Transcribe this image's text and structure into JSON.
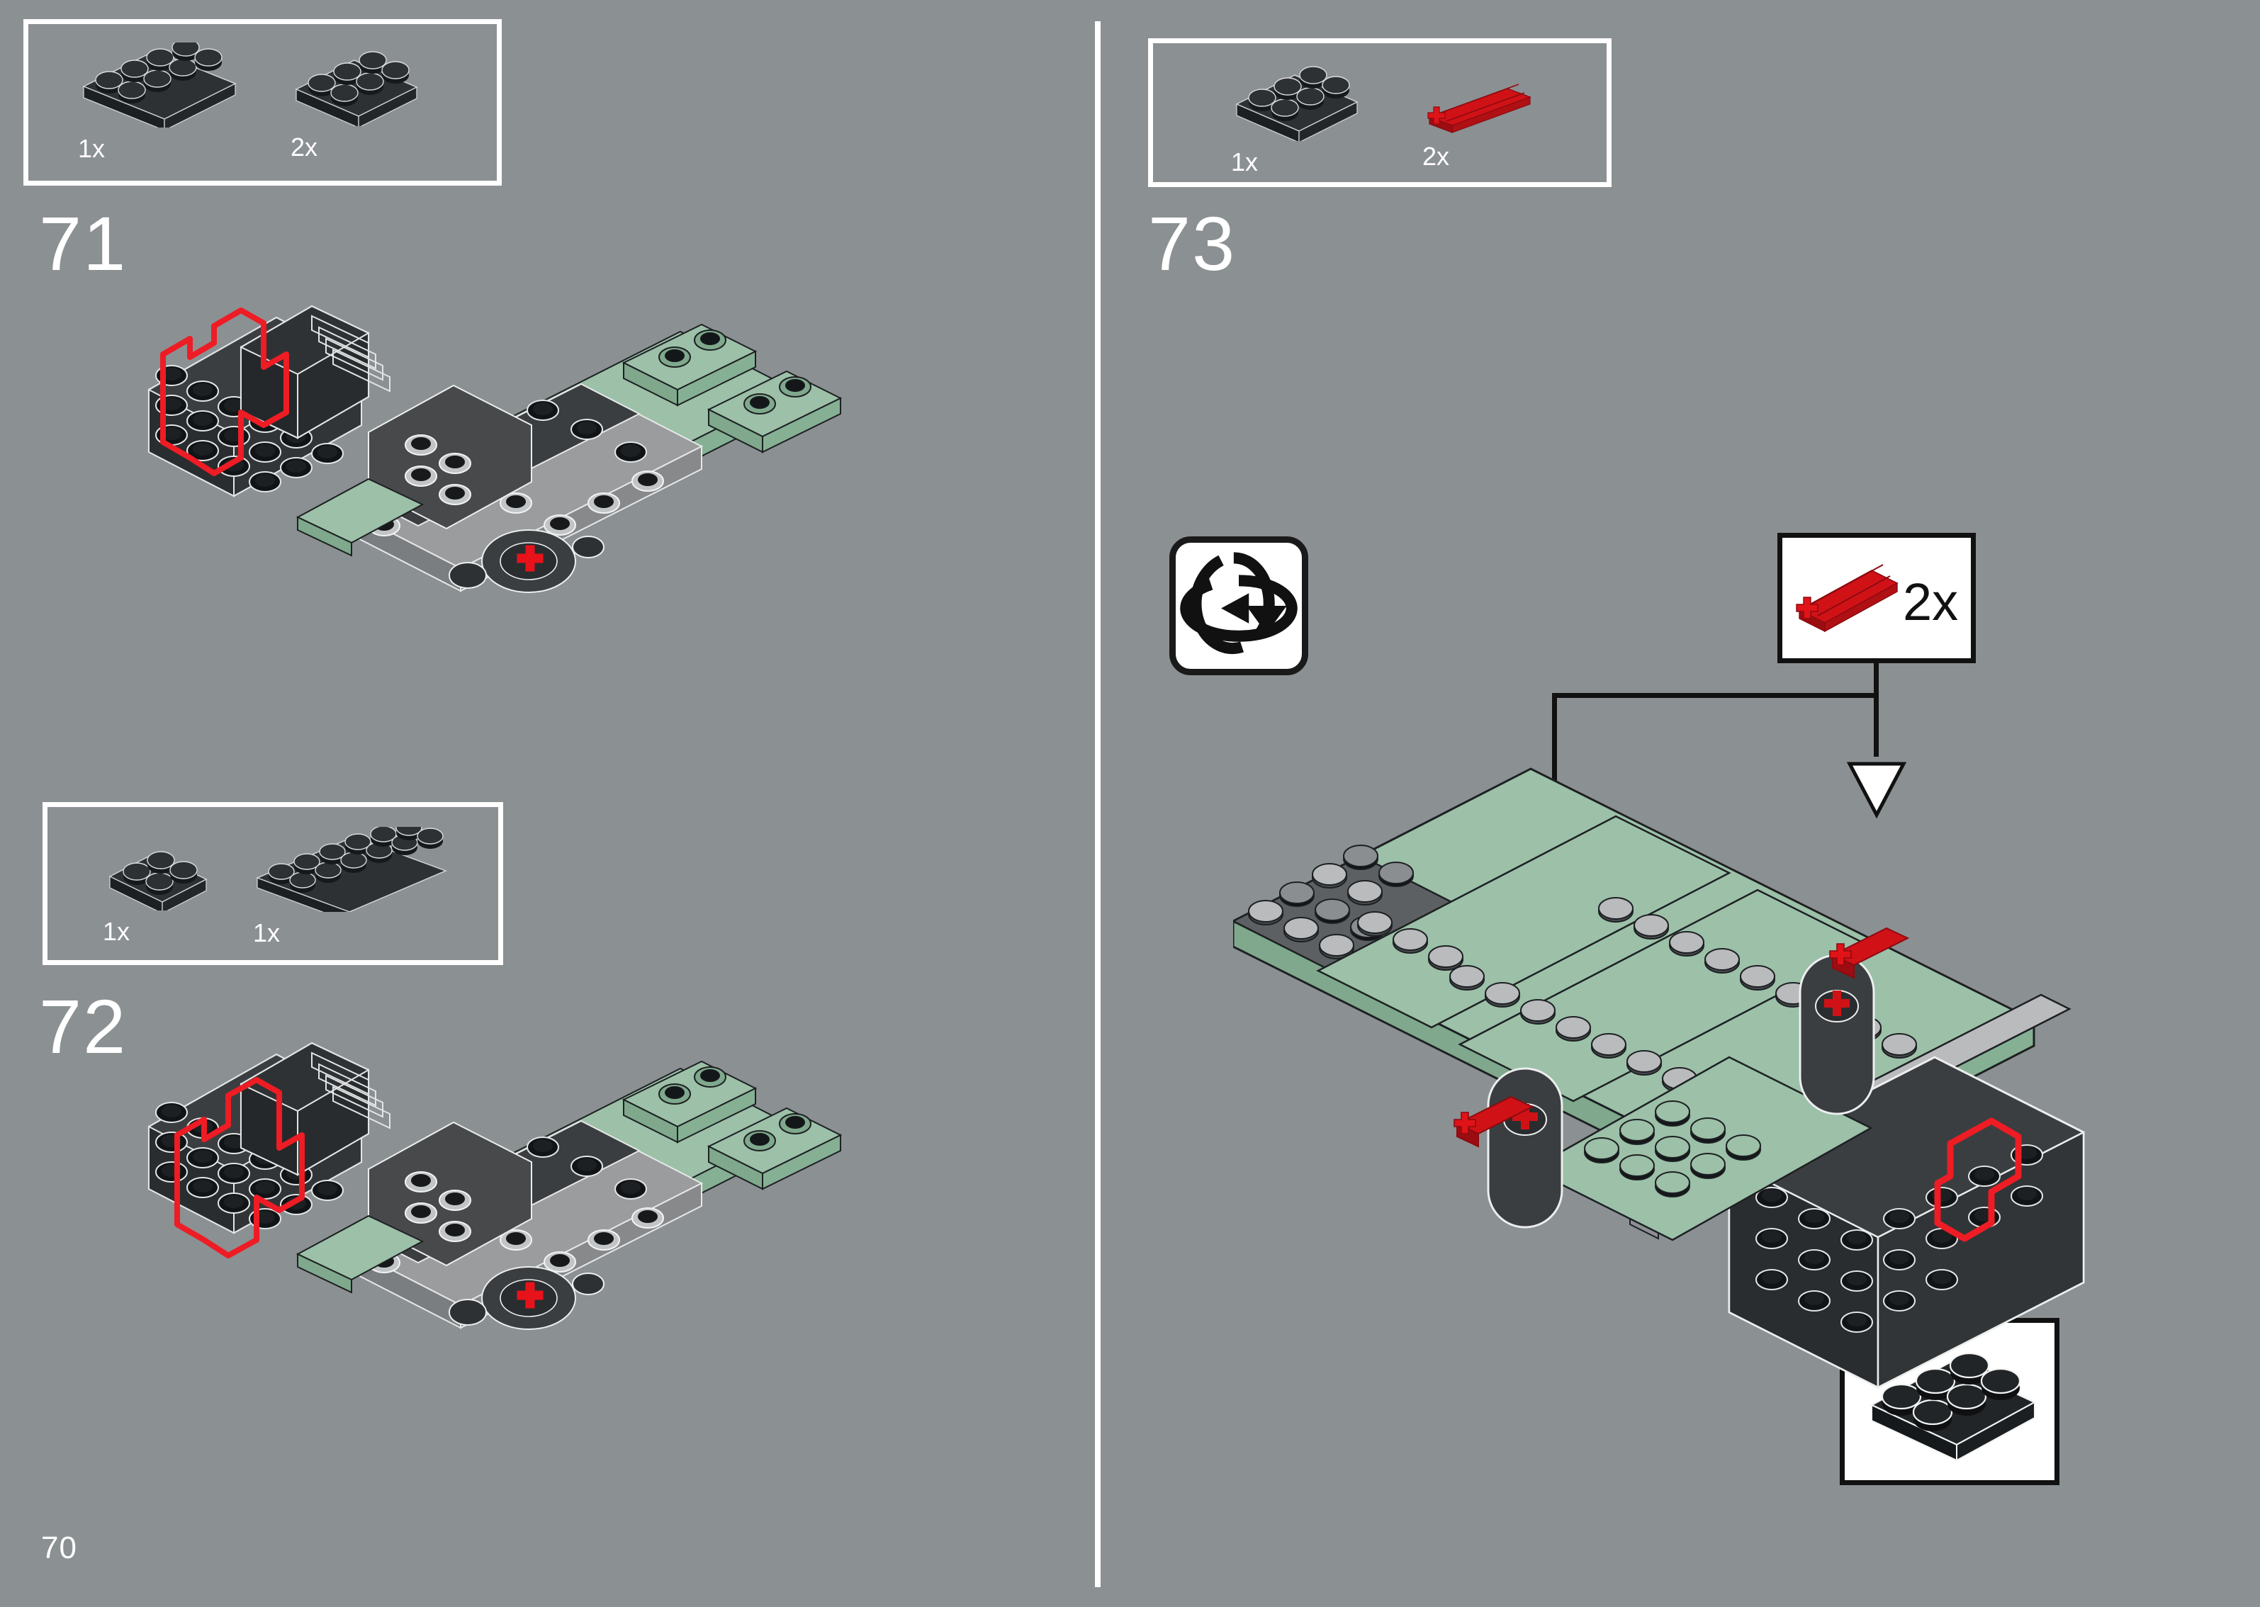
{
  "page": {
    "number": "70",
    "background_color": "#8b9093",
    "divider_color": "#ffffff",
    "accent_red": "#e8121a",
    "brick_dark": "#2e3133",
    "brick_gray": "#9a9c9e",
    "brick_sand_green": "#9cc0a8",
    "brick_red": "#d01217"
  },
  "steps": [
    {
      "id": "step-71",
      "number": "71",
      "parts": [
        {
          "qty": "1x",
          "part": "plate-2x4-dark",
          "color": "#2e3133"
        },
        {
          "qty": "2x",
          "part": "plate-2x3-dark",
          "color": "#2e3133"
        }
      ]
    },
    {
      "id": "step-72",
      "number": "72",
      "parts": [
        {
          "qty": "1x",
          "part": "plate-2x2-dark",
          "color": "#2e3133"
        },
        {
          "qty": "1x",
          "part": "plate-2x6-dark",
          "color": "#2e3133"
        }
      ]
    },
    {
      "id": "step-73",
      "number": "73",
      "parts": [
        {
          "qty": "1x",
          "part": "plate-2x3-dark",
          "color": "#2e3133"
        },
        {
          "qty": "2x",
          "part": "technic-axle-red",
          "color": "#d01217"
        }
      ],
      "rotate_hint": "rotate-model-icon",
      "callouts": [
        {
          "id": "axle-callout",
          "qty": "2x",
          "part": "technic-axle-red"
        },
        {
          "id": "plate-callout",
          "qty": "",
          "part": "plate-2x3-dark"
        }
      ]
    }
  ]
}
